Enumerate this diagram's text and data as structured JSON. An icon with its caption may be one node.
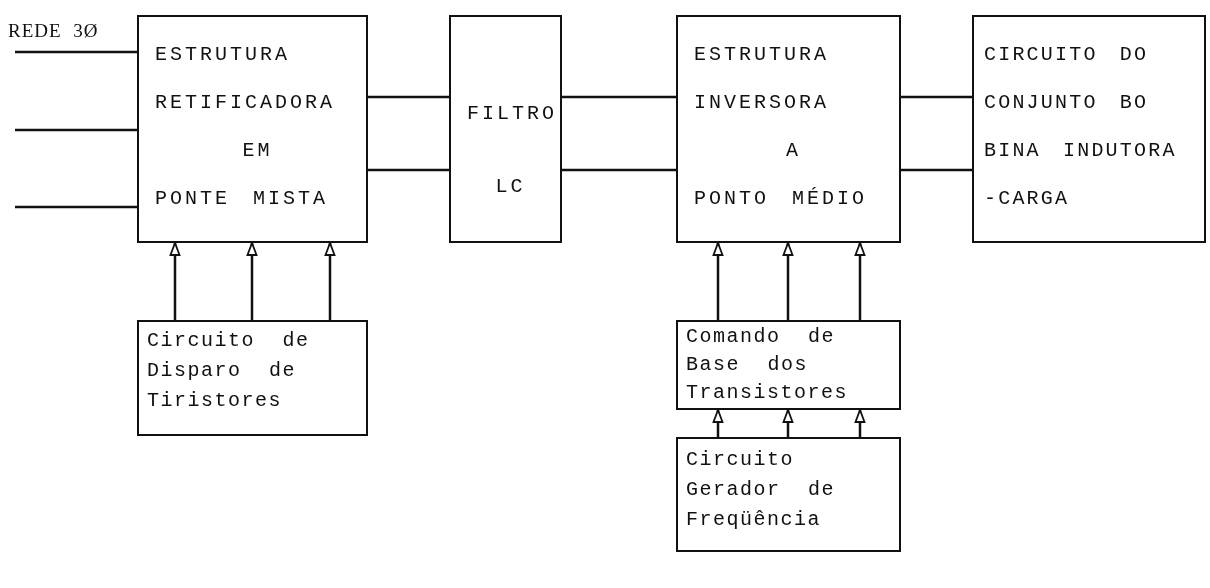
{
  "diagram": {
    "nodes": [
      {
        "text": [
          "ESTRUTURA RETIFICADORA EM PONTE MISTA"
        ]
      },
      {
        "text": [
          "FILTRO LC"
        ]
      },
      {
        "text": [
          "ESTRUTURA INVERSORA A PONTO MÉDIO"
        ]
      },
      {
        "text": [
          "CIRCUITO DO CONJUNTO BO BINA INDUTORA -CARGA"
        ]
      },
      {
        "text": [
          "Circuito de Disparo de Tiristores"
        ]
      },
      {
        "text": [
          "Comando de Base dos Transistores"
        ]
      },
      {
        "text": [
          "Circuito Gerador de Freqüência"
        ]
      }
    ],
    "edges": [
      {
        "from": null,
        "to": 0,
        "arrow": "none"
      },
      {
        "from": null,
        "to": 0,
        "arrow": "none"
      },
      {
        "from": null,
        "to": 0,
        "arrow": "none"
      },
      {
        "from": 0,
        "to": 1,
        "arrow": "none"
      },
      {
        "from": 0,
        "to": 1,
        "arrow": "none"
      },
      {
        "from": 1,
        "to": 2,
        "arrow": "none"
      },
      {
        "from": 1,
        "to": 2,
        "arrow": "none"
      },
      {
        "from": 2,
        "to": 3,
        "arrow": "none"
      },
      {
        "from": 2,
        "to": 3,
        "arrow": "none"
      },
      {
        "from": 4,
        "to": 0,
        "arrow": "to"
      },
      {
        "from": 4,
        "to": 0,
        "arrow": "to"
      },
      {
        "from": 4,
        "to": 0,
        "arrow": "to"
      },
      {
        "from": 5,
        "to": 2,
        "arrow": "to"
      },
      {
        "from": 5,
        "to": 2,
        "arrow": "to"
      },
      {
        "from": 5,
        "to": 2,
        "arrow": "to"
      },
      {
        "from": 6,
        "to": 5,
        "arrow": "to"
      },
      {
        "from": 6,
        "to": 5,
        "arrow": "to"
      },
      {
        "from": 6,
        "to": 5,
        "arrow": "to"
      }
    ],
    "labels": [
      "REDE 3Ø"
    ]
  }
}
